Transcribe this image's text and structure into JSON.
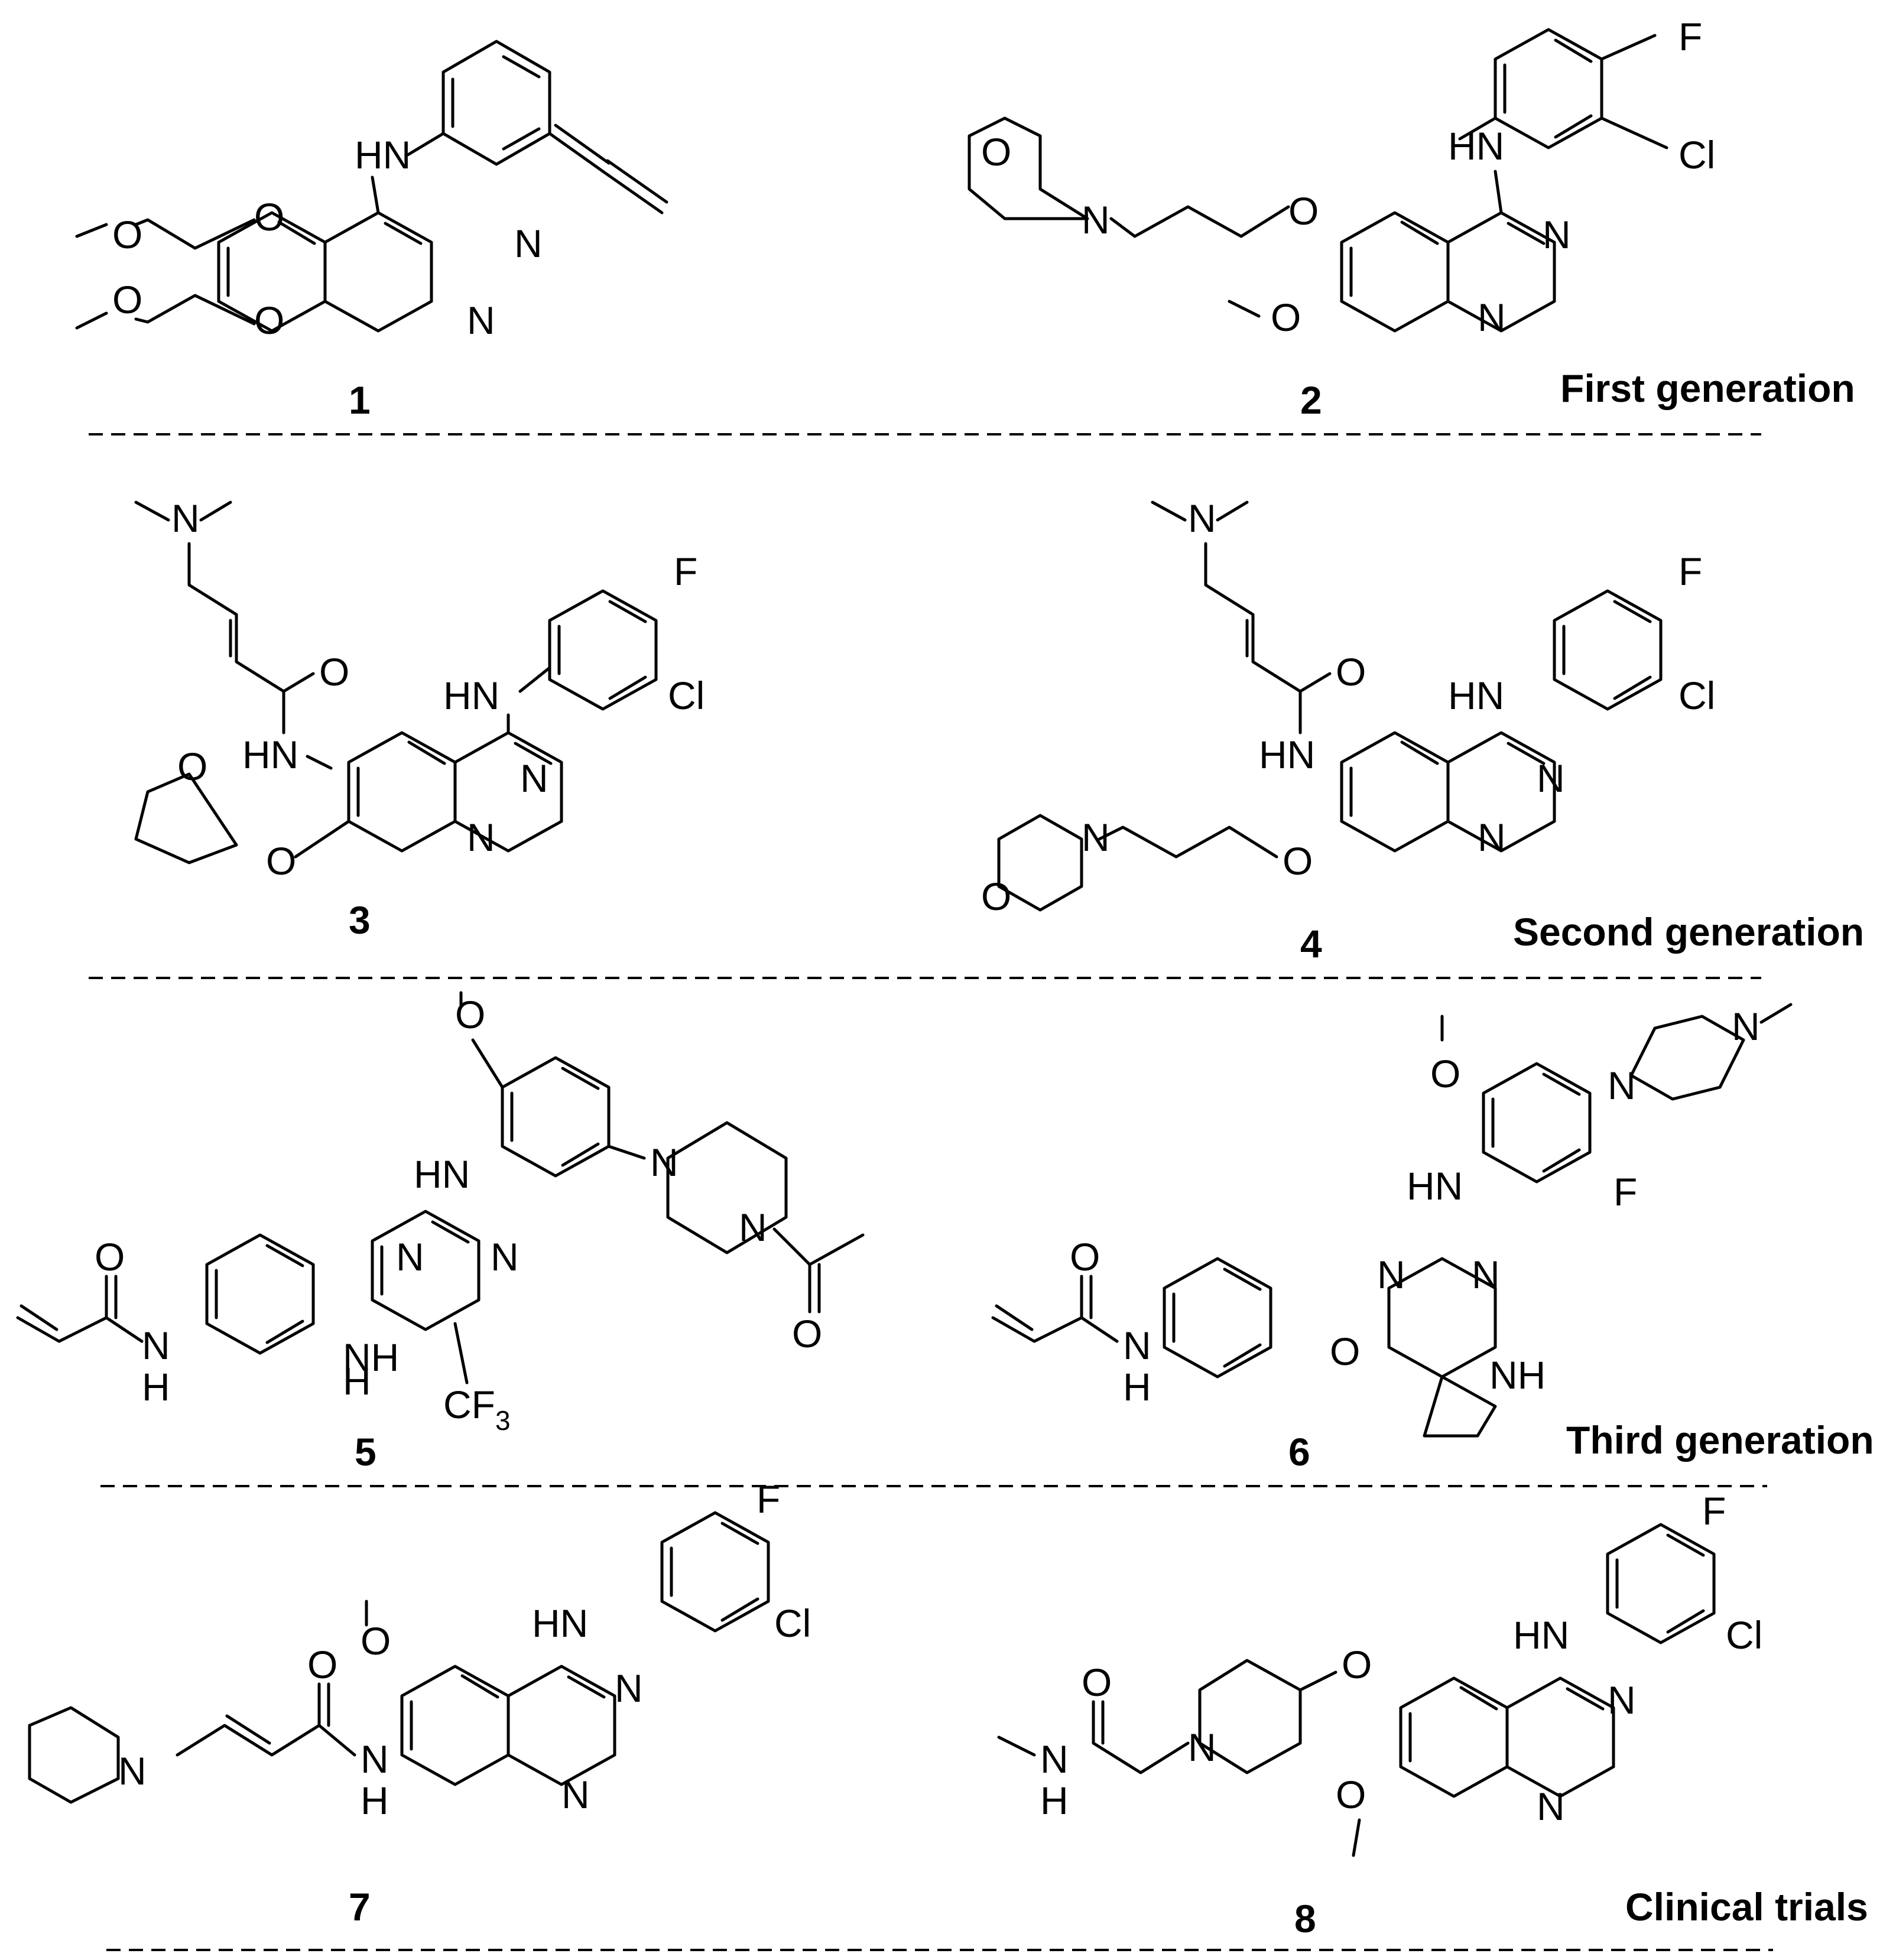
{
  "sections": [
    {
      "label": "First generation"
    },
    {
      "label": "Second generation"
    },
    {
      "label": "Third generation"
    },
    {
      "label": "Clinical trials"
    }
  ],
  "compounds": [
    {
      "id": "1"
    },
    {
      "id": "2"
    },
    {
      "id": "3"
    },
    {
      "id": "4"
    },
    {
      "id": "5"
    },
    {
      "id": "6"
    },
    {
      "id": "7"
    },
    {
      "id": "8"
    }
  ],
  "atoms": {
    "O": "O",
    "N": "N",
    "HN": "HN",
    "NH": "NH",
    "H": "H",
    "F": "F",
    "Cl": "Cl",
    "CF": "CF",
    "sub3": "3"
  }
}
